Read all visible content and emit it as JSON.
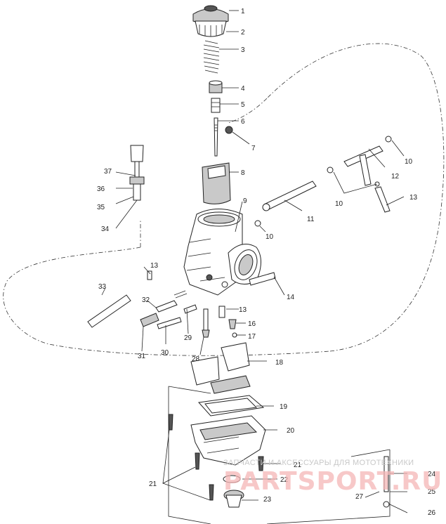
{
  "diagram": {
    "callouts": [
      {
        "id": "c1",
        "text": "1"
      },
      {
        "id": "c2",
        "text": "2"
      },
      {
        "id": "c3",
        "text": "3"
      },
      {
        "id": "c4",
        "text": "4"
      },
      {
        "id": "c5",
        "text": "5"
      },
      {
        "id": "c6",
        "text": "6"
      },
      {
        "id": "c7",
        "text": "7"
      },
      {
        "id": "c8",
        "text": "8"
      },
      {
        "id": "c9",
        "text": "9"
      },
      {
        "id": "c10a",
        "text": "10"
      },
      {
        "id": "c10b",
        "text": "10"
      },
      {
        "id": "c10c",
        "text": "10"
      },
      {
        "id": "c11",
        "text": "11"
      },
      {
        "id": "c12",
        "text": "12"
      },
      {
        "id": "c13a",
        "text": "13"
      },
      {
        "id": "c13b",
        "text": "13"
      },
      {
        "id": "c13c",
        "text": "13"
      },
      {
        "id": "c14",
        "text": "14"
      },
      {
        "id": "c16",
        "text": "16"
      },
      {
        "id": "c17",
        "text": "17"
      },
      {
        "id": "c18",
        "text": "18"
      },
      {
        "id": "c19",
        "text": "19"
      },
      {
        "id": "c20",
        "text": "20"
      },
      {
        "id": "c21a",
        "text": "21"
      },
      {
        "id": "c21b",
        "text": "21"
      },
      {
        "id": "c22",
        "text": "22"
      },
      {
        "id": "c23",
        "text": "23"
      },
      {
        "id": "c24",
        "text": "24"
      },
      {
        "id": "c25",
        "text": "25"
      },
      {
        "id": "c26",
        "text": "26"
      },
      {
        "id": "c27",
        "text": "27"
      },
      {
        "id": "c28",
        "text": "28"
      },
      {
        "id": "c29",
        "text": "29"
      },
      {
        "id": "c30",
        "text": "30"
      },
      {
        "id": "c31",
        "text": "31"
      },
      {
        "id": "c32",
        "text": "32"
      },
      {
        "id": "c33",
        "text": "33"
      },
      {
        "id": "c34",
        "text": "34"
      },
      {
        "id": "c35",
        "text": "35"
      },
      {
        "id": "c36",
        "text": "36"
      },
      {
        "id": "c37",
        "text": "37"
      }
    ]
  },
  "watermark": {
    "caption": "ЗАПЧАСТИ И АКСЕССУАРЫ ДЛЯ МОТОТЕХНИКИ",
    "logo": "PARTSPORT.RU"
  }
}
